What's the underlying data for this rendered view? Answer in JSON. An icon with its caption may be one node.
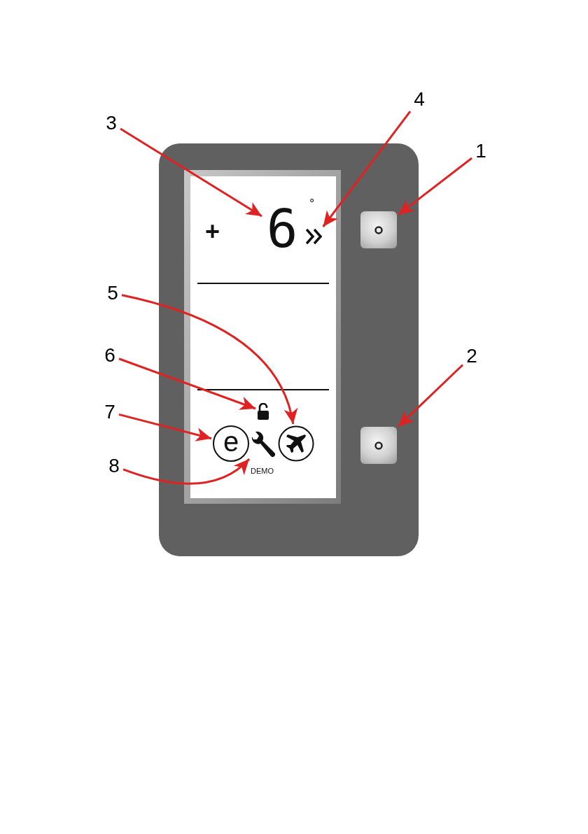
{
  "diagram": {
    "nodes": [
      {
        "text": [
          "3"
        ]
      },
      {
        "text": [
          "4"
        ]
      },
      {
        "text": [
          "1"
        ]
      },
      {
        "text": [
          "6"
        ]
      },
      {
        "text": [],
        "shape": "chevron"
      },
      {
        "text": [],
        "shape": "button"
      },
      {
        "text": [
          "5"
        ]
      },
      {
        "text": [
          "2"
        ]
      },
      {
        "text": [
          "6"
        ]
      },
      {
        "text": [],
        "shape": "padlock"
      },
      {
        "text": [
          "7"
        ]
      },
      {
        "text": [
          "e"
        ]
      },
      {
        "text": [],
        "shape": "wrench"
      },
      {
        "text": [],
        "shape": "airplane"
      },
      {
        "text": [],
        "shape": "button"
      },
      {
        "text": [
          "8"
        ]
      }
    ],
    "edges": [
      {
        "from": 0,
        "to": 3,
        "arrow": "to"
      },
      {
        "from": 1,
        "to": 4,
        "arrow": "to"
      },
      {
        "from": 2,
        "to": 5,
        "arrow": "to"
      },
      {
        "from": 6,
        "to": 13,
        "arrow": "to"
      },
      {
        "from": 7,
        "to": 14,
        "arrow": "to"
      },
      {
        "from": 8,
        "to": 9,
        "arrow": "to"
      },
      {
        "from": 10,
        "to": 11,
        "arrow": "to"
      },
      {
        "from": 15,
        "to": 12,
        "arrow": "to"
      }
    ],
    "labels": [
      "+",
      "°",
      "DEMO"
    ]
  }
}
